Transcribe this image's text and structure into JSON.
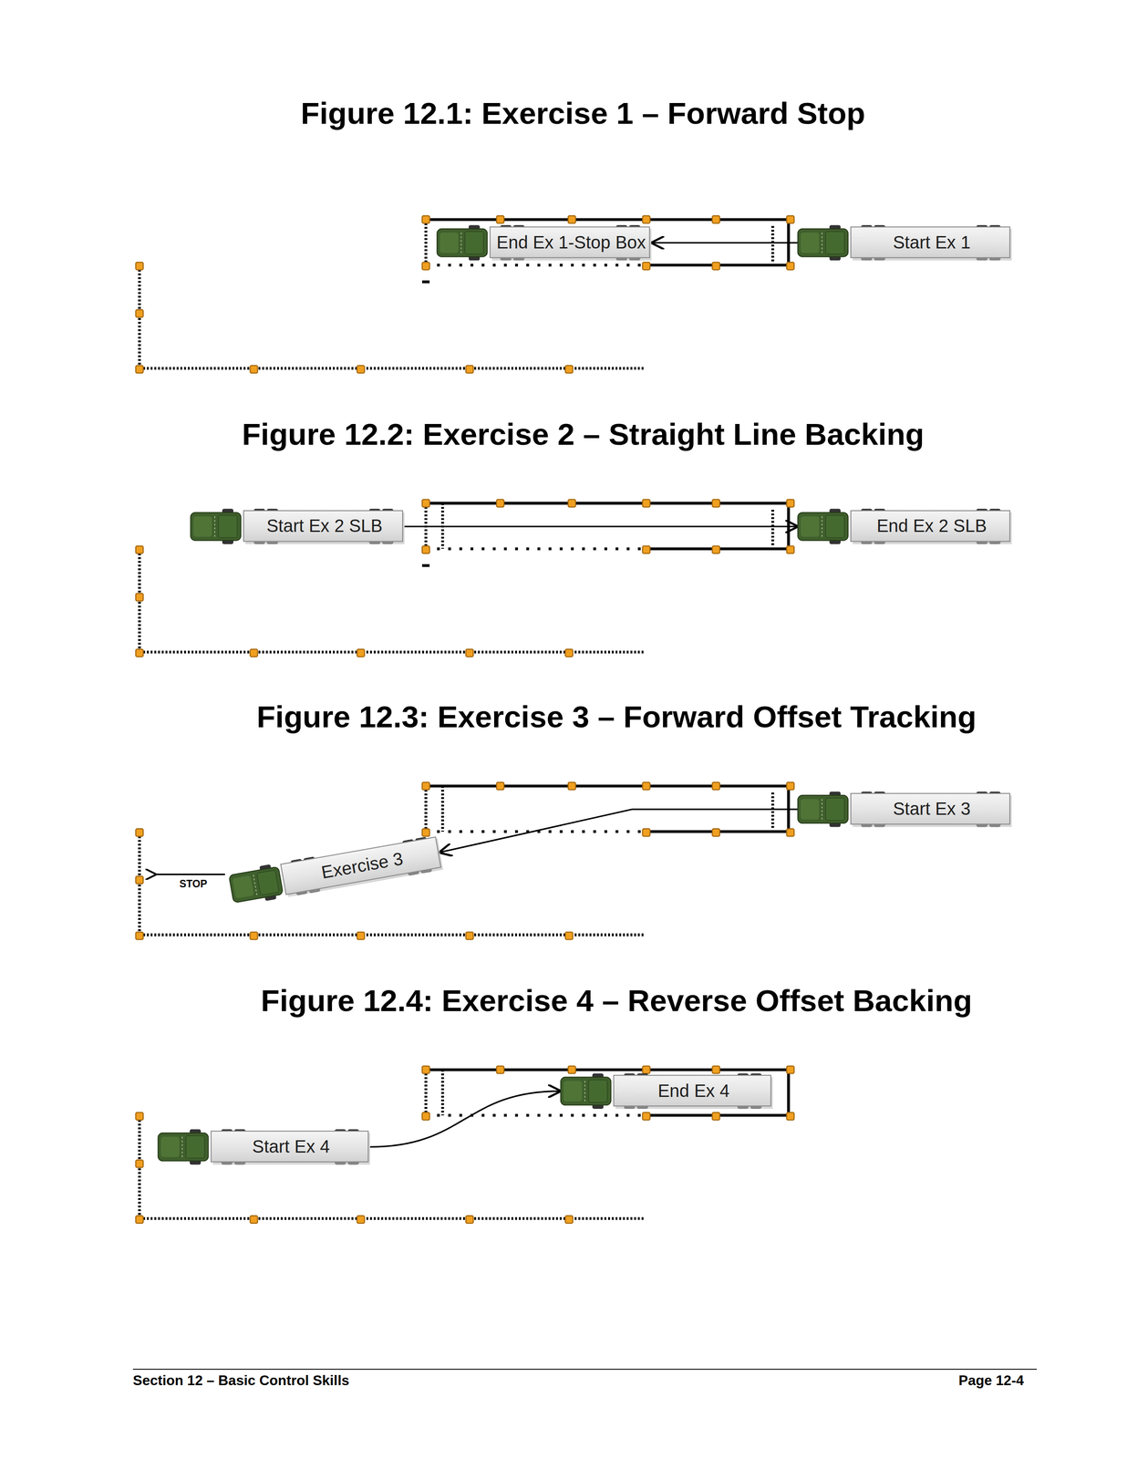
{
  "diagram": {
    "nodes": [
      {
        "text": [
          "End Ex 1-Stop Box"
        ]
      },
      {
        "text": [
          "Start Ex 1"
        ]
      },
      {
        "text": [
          "Start Ex 2 SLB"
        ]
      },
      {
        "text": [
          "End Ex 2 SLB"
        ]
      },
      {
        "text": [
          "Start Ex 3"
        ]
      },
      {
        "text": [
          "Exercise 3"
        ]
      },
      {
        "text": [
          "Start Ex 4"
        ]
      },
      {
        "text": [
          "End Ex 4"
        ]
      }
    ],
    "edges": [
      {
        "from": 1,
        "to": 0,
        "arrow": "to"
      },
      {
        "from": 2,
        "to": 3,
        "arrow": "to"
      },
      {
        "from": 4,
        "to": 5,
        "arrow": "to"
      },
      {
        "from": 6,
        "to": 7,
        "arrow": "to"
      }
    ],
    "labels": [
      "Figure 12.1: Exercise 1 – Forward Stop",
      "Figure 12.2: Exercise 2 – Straight Line Backing",
      "Figure 12.3: Exercise 3 – Forward Offset Tracking",
      "Figure 12.4: Exercise 4 – Reverse Offset Backing",
      "STOP",
      "Section 12 – Basic Control Skills",
      "Page 12-4"
    ]
  }
}
